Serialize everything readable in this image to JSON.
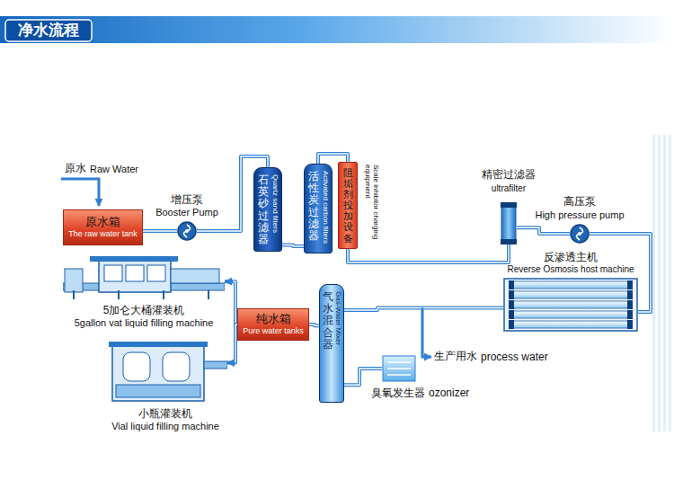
{
  "diagram": {
    "title": "净水流程",
    "nodes": [
      {
        "text": [
          "原水箱",
          "The raw water tank"
        ]
      },
      {
        "text": [
          "增压泵",
          "Booster Pump"
        ]
      },
      {
        "text": [
          "石英砂过滤器",
          "Quartz sand filters"
        ]
      },
      {
        "text": [
          "活性炭过滤器",
          "Activated carbon filters"
        ]
      },
      {
        "text": [
          "阻垢剂投加设备",
          "Scale inhibitor charging equipment"
        ]
      },
      {
        "text": [
          "精密过滤器",
          "ultrafilter"
        ]
      },
      {
        "text": [
          "高压泵",
          "High pressure pump"
        ]
      },
      {
        "text": [
          "反渗透主机",
          "Reverse Osmosis host machine"
        ]
      },
      {
        "text": [
          "气水混合器",
          "Gas-Water Mixer"
        ]
      },
      {
        "text": [
          "臭氧发生器",
          "ozonizer"
        ]
      },
      {
        "text": [
          "纯水箱",
          "Pure water tanks"
        ]
      },
      {
        "text": [
          "5加仑大桶灌装机",
          "5gallon vat liquid filling machine"
        ]
      },
      {
        "text": [
          "小瓶灌装机",
          "Vial liquid filling machine"
        ]
      }
    ],
    "edges": [
      {
        "from": 0,
        "to": 1,
        "arrow": "none"
      },
      {
        "from": 1,
        "to": 2,
        "arrow": "none"
      },
      {
        "from": 2,
        "to": 3,
        "arrow": "none"
      },
      {
        "from": 3,
        "to": 4,
        "arrow": "none"
      },
      {
        "from": 4,
        "to": 5,
        "arrow": "none"
      },
      {
        "from": 5,
        "to": 6,
        "arrow": "none"
      },
      {
        "from": 6,
        "to": 7,
        "arrow": "none"
      },
      {
        "from": 7,
        "to": 8,
        "arrow": "none"
      },
      {
        "from": 9,
        "to": 8,
        "arrow": "none"
      },
      {
        "from": 8,
        "to": 10,
        "arrow": "none"
      },
      {
        "from": 10,
        "to": 11,
        "arrow": "to"
      },
      {
        "from": 10,
        "to": 12,
        "arrow": "to"
      }
    ],
    "labels": [
      "原水",
      "Raw Water",
      "生产用水",
      "process water"
    ]
  }
}
